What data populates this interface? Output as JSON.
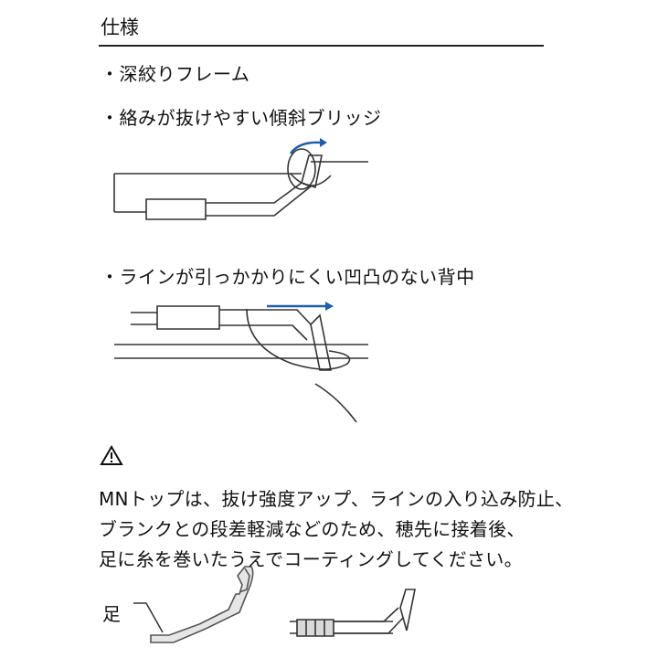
{
  "spec": {
    "heading": "仕様",
    "bullets": [
      "・深絞りフレーム",
      "・絡みが抜けやすい傾斜ブリッジ",
      "・ラインが引っかかりにくい凹凸のない背中"
    ]
  },
  "warning": {
    "icon": "warning-triangle-icon",
    "lines": [
      "MNトップは、抜け強度アップ、ラインの入り込み防止、",
      "ブランクとの段差軽減などのため、穂先に接着後、",
      "足に糸を巻いたうえでコーティングしてください。"
    ]
  },
  "diagram": {
    "foot_label": "足",
    "arrow_color": "#1f5fa8",
    "line_color": "#333333"
  }
}
